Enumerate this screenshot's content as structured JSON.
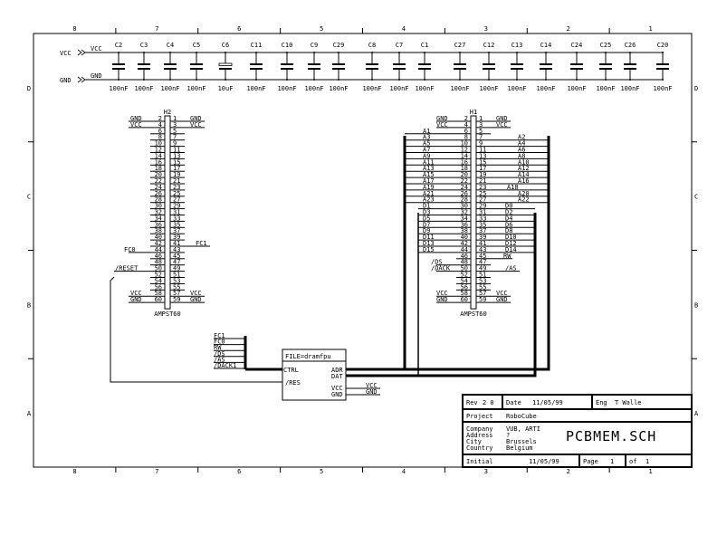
{
  "border": {
    "columns": [
      "8",
      "7",
      "6",
      "5",
      "4",
      "3",
      "2",
      "1"
    ],
    "rows": [
      "D",
      "C",
      "B",
      "A"
    ]
  },
  "power_rails": {
    "vcc_port": "VCC",
    "gnd_port": "GND",
    "vcc_net": "VCC",
    "gnd_net": "GND"
  },
  "capacitors": [
    {
      "ref": "C2",
      "value": "100nF",
      "polarized": false
    },
    {
      "ref": "C3",
      "value": "100nF",
      "polarized": false
    },
    {
      "ref": "C4",
      "value": "100nF",
      "polarized": false
    },
    {
      "ref": "C5",
      "value": "100nF",
      "polarized": false
    },
    {
      "ref": "C6",
      "value": "10uF",
      "polarized": true
    },
    {
      "ref": "C11",
      "value": "100nF",
      "polarized": false
    },
    {
      "ref": "C10",
      "value": "100nF",
      "polarized": false
    },
    {
      "ref": "C9",
      "value": "100nF",
      "polarized": false
    },
    {
      "ref": "C29",
      "value": "100nF",
      "polarized": false
    },
    {
      "ref": "C8",
      "value": "100nF",
      "polarized": false
    },
    {
      "ref": "C7",
      "value": "100nF",
      "polarized": false
    },
    {
      "ref": "C1",
      "value": "100nF",
      "polarized": false
    },
    {
      "ref": "C27",
      "value": "100nF",
      "polarized": false
    },
    {
      "ref": "C12",
      "value": "100nF",
      "polarized": false
    },
    {
      "ref": "C13",
      "value": "100nF",
      "polarized": false
    },
    {
      "ref": "C14",
      "value": "100nF",
      "polarized": false
    },
    {
      "ref": "C24",
      "value": "100nF",
      "polarized": false
    },
    {
      "ref": "C25",
      "value": "100nF",
      "polarized": false
    },
    {
      "ref": "C26",
      "value": "100nF",
      "polarized": false
    },
    {
      "ref": "C20",
      "value": "100nF",
      "polarized": false
    }
  ],
  "connectors": [
    {
      "ref": "H2",
      "part": "AMPST60",
      "left": [
        {
          "pin": "2",
          "net": "GND"
        },
        {
          "pin": "4",
          "net": "VCC"
        },
        {
          "pin": "6",
          "net": ""
        },
        {
          "pin": "8",
          "net": ""
        },
        {
          "pin": "10",
          "net": ""
        },
        {
          "pin": "12",
          "net": ""
        },
        {
          "pin": "14",
          "net": ""
        },
        {
          "pin": "16",
          "net": ""
        },
        {
          "pin": "18",
          "net": ""
        },
        {
          "pin": "20",
          "net": ""
        },
        {
          "pin": "22",
          "net": ""
        },
        {
          "pin": "24",
          "net": ""
        },
        {
          "pin": "26",
          "net": ""
        },
        {
          "pin": "28",
          "net": ""
        },
        {
          "pin": "30",
          "net": ""
        },
        {
          "pin": "32",
          "net": ""
        },
        {
          "pin": "34",
          "net": ""
        },
        {
          "pin": "36",
          "net": ""
        },
        {
          "pin": "38",
          "net": ""
        },
        {
          "pin": "40",
          "net": ""
        },
        {
          "pin": "42",
          "net": ""
        },
        {
          "pin": "44",
          "net": "FC0"
        },
        {
          "pin": "46",
          "net": ""
        },
        {
          "pin": "48",
          "net": ""
        },
        {
          "pin": "50",
          "net": "/RESET"
        },
        {
          "pin": "52",
          "net": ""
        },
        {
          "pin": "54",
          "net": ""
        },
        {
          "pin": "56",
          "net": ""
        },
        {
          "pin": "58",
          "net": "VCC"
        },
        {
          "pin": "60",
          "net": "GND"
        }
      ],
      "right": [
        {
          "pin": "1",
          "net": "GND"
        },
        {
          "pin": "3",
          "net": "VCC"
        },
        {
          "pin": "5",
          "net": ""
        },
        {
          "pin": "7",
          "net": ""
        },
        {
          "pin": "9",
          "net": ""
        },
        {
          "pin": "11",
          "net": ""
        },
        {
          "pin": "13",
          "net": ""
        },
        {
          "pin": "15",
          "net": ""
        },
        {
          "pin": "17",
          "net": ""
        },
        {
          "pin": "19",
          "net": ""
        },
        {
          "pin": "21",
          "net": ""
        },
        {
          "pin": "23",
          "net": ""
        },
        {
          "pin": "25",
          "net": ""
        },
        {
          "pin": "27",
          "net": ""
        },
        {
          "pin": "29",
          "net": ""
        },
        {
          "pin": "31",
          "net": ""
        },
        {
          "pin": "33",
          "net": ""
        },
        {
          "pin": "35",
          "net": ""
        },
        {
          "pin": "37",
          "net": ""
        },
        {
          "pin": "39",
          "net": ""
        },
        {
          "pin": "41",
          "net": "FC1"
        },
        {
          "pin": "43",
          "net": ""
        },
        {
          "pin": "45",
          "net": ""
        },
        {
          "pin": "47",
          "net": ""
        },
        {
          "pin": "49",
          "net": ""
        },
        {
          "pin": "51",
          "net": ""
        },
        {
          "pin": "53",
          "net": ""
        },
        {
          "pin": "55",
          "net": ""
        },
        {
          "pin": "57",
          "net": "VCC"
        },
        {
          "pin": "59",
          "net": "GND"
        }
      ]
    },
    {
      "ref": "H1",
      "part": "AMPST60",
      "left": [
        {
          "pin": "2",
          "net": "GND"
        },
        {
          "pin": "4",
          "net": "VCC"
        },
        {
          "pin": "6",
          "net": "A1"
        },
        {
          "pin": "8",
          "net": "A3"
        },
        {
          "pin": "10",
          "net": "A5"
        },
        {
          "pin": "12",
          "net": "A7"
        },
        {
          "pin": "14",
          "net": "A9"
        },
        {
          "pin": "16",
          "net": "A11"
        },
        {
          "pin": "18",
          "net": "A13"
        },
        {
          "pin": "20",
          "net": "A15"
        },
        {
          "pin": "22",
          "net": "A17"
        },
        {
          "pin": "24",
          "net": "A19"
        },
        {
          "pin": "26",
          "net": "A21"
        },
        {
          "pin": "28",
          "net": "A23"
        },
        {
          "pin": "30",
          "net": "D1"
        },
        {
          "pin": "32",
          "net": "D3"
        },
        {
          "pin": "34",
          "net": "D5"
        },
        {
          "pin": "36",
          "net": "D7"
        },
        {
          "pin": "38",
          "net": "D9"
        },
        {
          "pin": "40",
          "net": "D11"
        },
        {
          "pin": "42",
          "net": "D13"
        },
        {
          "pin": "44",
          "net": "D15"
        },
        {
          "pin": "46",
          "net": ""
        },
        {
          "pin": "48",
          "net": "/DS"
        },
        {
          "pin": "50",
          "net": "/DACK"
        },
        {
          "pin": "52",
          "net": ""
        },
        {
          "pin": "54",
          "net": ""
        },
        {
          "pin": "56",
          "net": ""
        },
        {
          "pin": "58",
          "net": "VCC"
        },
        {
          "pin": "60",
          "net": "GND"
        }
      ],
      "right": [
        {
          "pin": "1",
          "net": "GND"
        },
        {
          "pin": "3",
          "net": "VCC"
        },
        {
          "pin": "5",
          "net": ""
        },
        {
          "pin": "7",
          "net": "A2"
        },
        {
          "pin": "9",
          "net": "A4"
        },
        {
          "pin": "11",
          "net": "A6"
        },
        {
          "pin": "13",
          "net": "A8"
        },
        {
          "pin": "15",
          "net": "A10"
        },
        {
          "pin": "17",
          "net": "A12"
        },
        {
          "pin": "19",
          "net": "A14"
        },
        {
          "pin": "21",
          "net": "A16"
        },
        {
          "pin": "23",
          "net": "A18"
        },
        {
          "pin": "25",
          "net": "A20"
        },
        {
          "pin": "27",
          "net": "A22"
        },
        {
          "pin": "29",
          "net": "D0"
        },
        {
          "pin": "31",
          "net": "D2"
        },
        {
          "pin": "33",
          "net": "D4"
        },
        {
          "pin": "35",
          "net": "D6"
        },
        {
          "pin": "37",
          "net": "D8"
        },
        {
          "pin": "39",
          "net": "D10"
        },
        {
          "pin": "41",
          "net": "D12"
        },
        {
          "pin": "43",
          "net": "D14"
        },
        {
          "pin": "45",
          "net": "RW"
        },
        {
          "pin": "47",
          "net": ""
        },
        {
          "pin": "49",
          "net": "/AS"
        },
        {
          "pin": "51",
          "net": ""
        },
        {
          "pin": "53",
          "net": ""
        },
        {
          "pin": "55",
          "net": ""
        },
        {
          "pin": "57",
          "net": "VCC"
        },
        {
          "pin": "59",
          "net": "GND"
        }
      ]
    }
  ],
  "fpga_block": {
    "title": "FILE=dramfpu",
    "ports_left": [
      "CTRL",
      "/RES"
    ],
    "ports_right": [
      "ADR",
      "DAT",
      "VCC",
      "GND"
    ],
    "ctrl_nets": [
      "FC1",
      "FC0",
      "RW",
      "/DS",
      "/AS",
      "/DACK1"
    ],
    "power_nets": [
      "VCC",
      "GND"
    ]
  },
  "title_block": {
    "rev_label": "Rev",
    "rev": "2 0",
    "date_label": "Date",
    "date": "11/05/99",
    "eng_label": "Eng",
    "eng": "T  Walle",
    "project_label": "Project",
    "project": "RoboCube",
    "company_label": "Company",
    "company": "VUB, ARTI",
    "address_label": "Address",
    "address": "?",
    "city_label": "City",
    "city": "Brussels",
    "country_label": "Country",
    "country": "Belgium",
    "filename": "PCBMEM.SCH",
    "initial_label": "Initial",
    "initial_date": "11/05/99",
    "page_label": "Page",
    "page": "1",
    "of_label": "of",
    "of": "1"
  }
}
